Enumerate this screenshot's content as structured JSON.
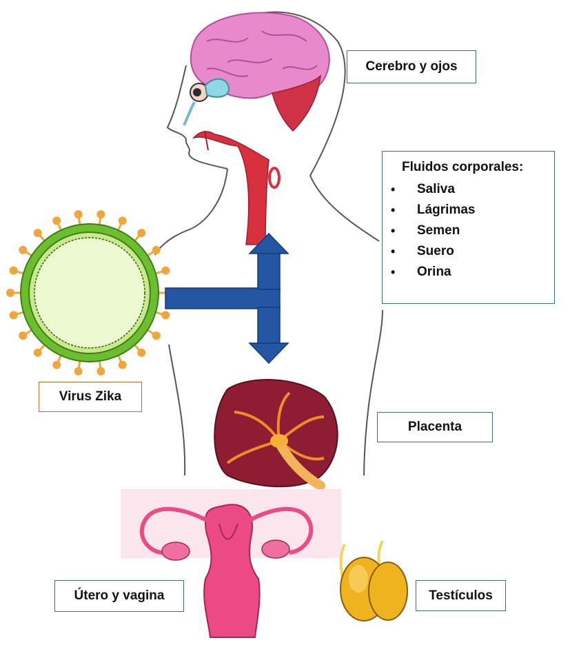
{
  "labels": {
    "cerebro": "Cerebro y ojos",
    "virus": "Virus Zika",
    "placenta": "Placenta",
    "utero": "Útero y vagina",
    "testiculos": "Testículos"
  },
  "fluids": {
    "title": "Fluidos corporales:",
    "items": [
      "Saliva",
      "Lágrimas",
      "Semen",
      "Suero",
      "Orina"
    ]
  },
  "colors": {
    "arrow": "#2456a3",
    "virus_ring": "#6cbe2e",
    "virus_spike": "#f0a63a",
    "brain": "#e889cc",
    "throat": "#d8303e",
    "placenta": "#8e1d33",
    "uterus": "#ec4a84",
    "testis": "#f0b320"
  },
  "icons": {
    "virus": "zika-virus-icon",
    "brain": "brain-icon",
    "eye": "eye-icon",
    "throat": "throat-icon",
    "placenta": "placenta-icon",
    "uterus": "uterus-icon",
    "testis": "testis-icon",
    "arrow_up": "arrow-up-icon",
    "arrow_down": "arrow-down-icon"
  }
}
